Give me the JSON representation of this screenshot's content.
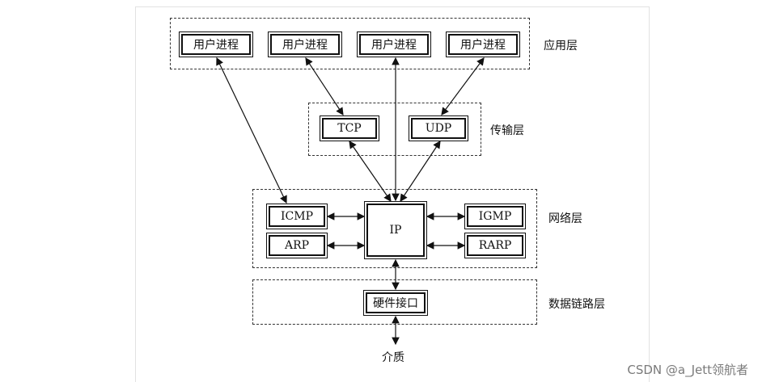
{
  "diagram": {
    "layers": {
      "application": "应用层",
      "transport": "传输层",
      "network": "网络层",
      "datalink": "数据链路层"
    },
    "processes": [
      "用户进程",
      "用户进程",
      "用户进程",
      "用户进程"
    ],
    "transport_nodes": {
      "tcp": "TCP",
      "udp": "UDP"
    },
    "network_nodes": {
      "icmp": "ICMP",
      "arp": "ARP",
      "ip": "IP",
      "igmp": "IGMP",
      "rarp": "RARP"
    },
    "hardware": "硬件接口",
    "medium": "介质"
  },
  "watermark": "CSDN @a_Jett领航者"
}
